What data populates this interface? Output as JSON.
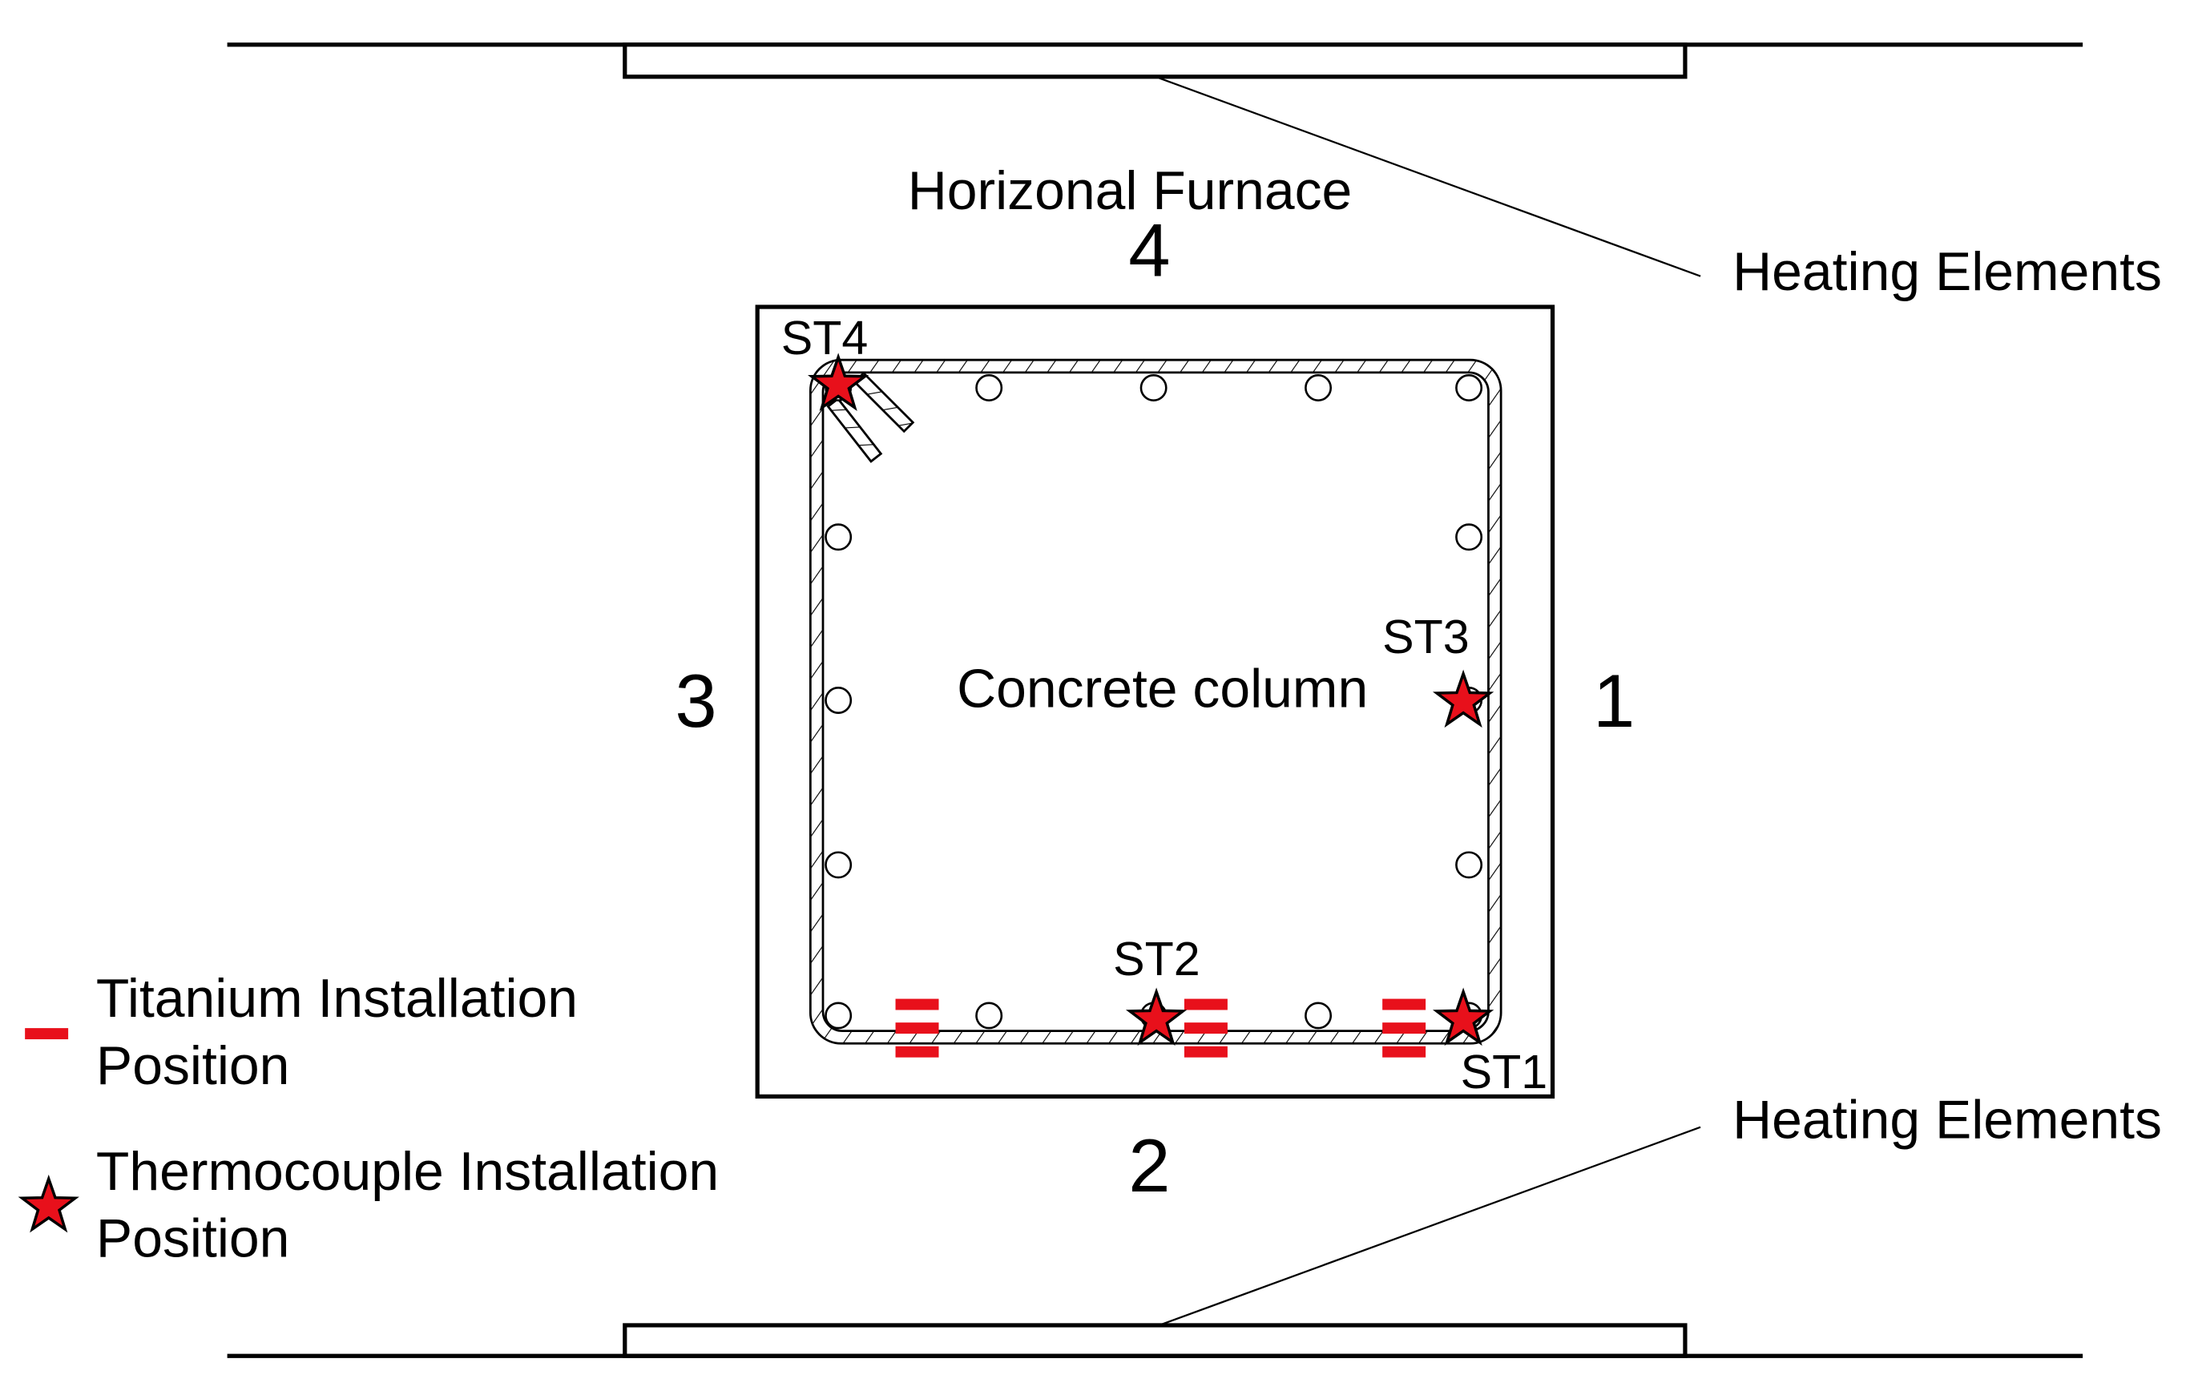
{
  "furnace": {
    "label": "Horizonal Furnace"
  },
  "heating_elements": {
    "top_label": "Heating Elements",
    "bottom_label": "Heating Elements"
  },
  "faces": {
    "top": "4",
    "right": "1",
    "bottom": "2",
    "left": "3"
  },
  "column": {
    "label": "Concrete column"
  },
  "thermocouples": {
    "st1": "ST1",
    "st2": "ST2",
    "st3": "ST3",
    "st4": "ST4"
  },
  "legend": {
    "titanium": {
      "line1": "Titanium Installation",
      "line2": "Position",
      "icon": "red-dash-icon"
    },
    "thermocouple": {
      "line1": "Thermocouple Installation",
      "line2": "Position",
      "icon": "red-star-icon"
    }
  },
  "colors": {
    "marker_red": "#e8101b",
    "line": "#000000",
    "background": "#ffffff"
  }
}
